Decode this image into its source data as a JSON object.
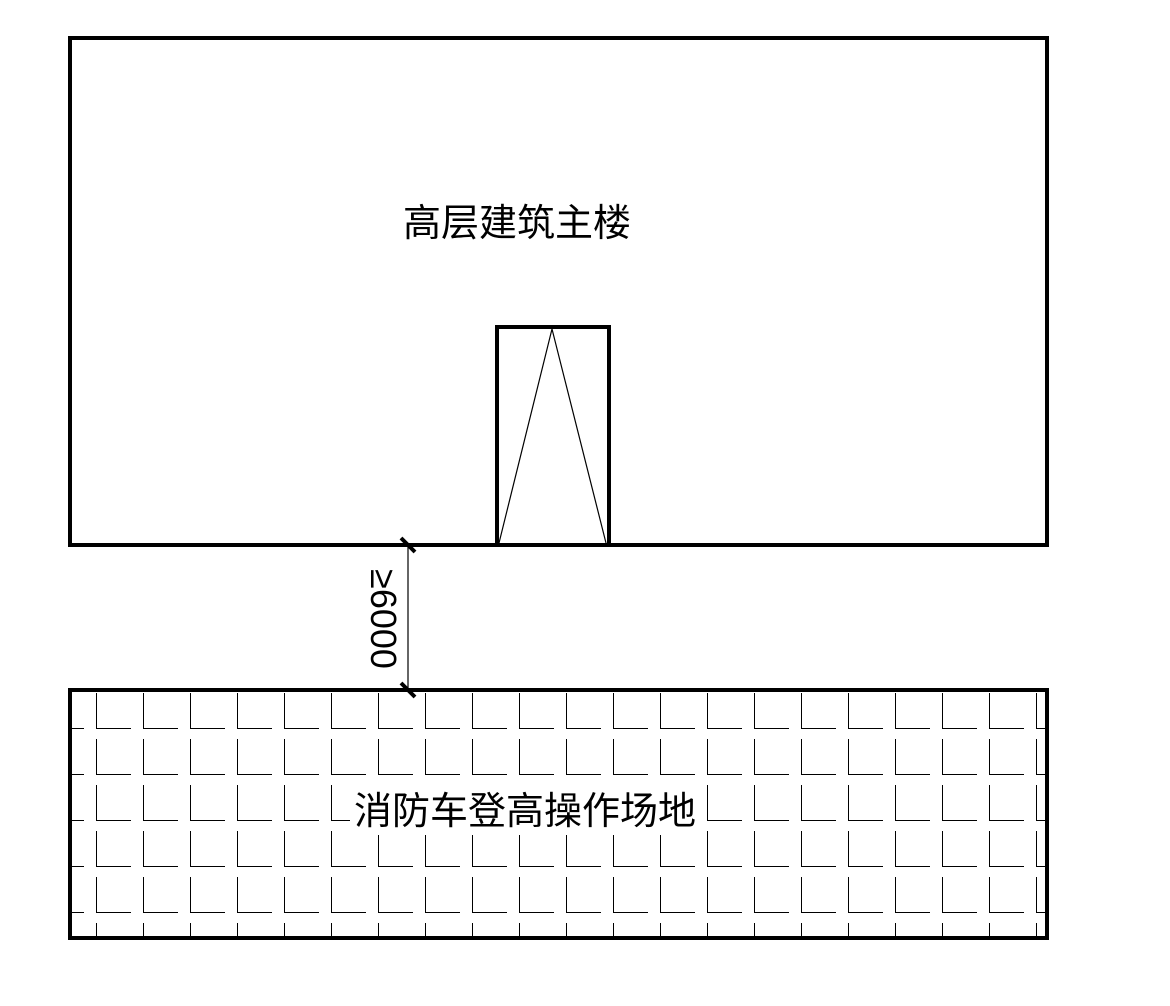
{
  "building": {
    "label": "高层建筑主楼"
  },
  "field": {
    "label": "消防车登高操作场地"
  },
  "dimension": {
    "label": "≥6000"
  },
  "colors": {
    "line": "#000000",
    "background": "#ffffff"
  }
}
